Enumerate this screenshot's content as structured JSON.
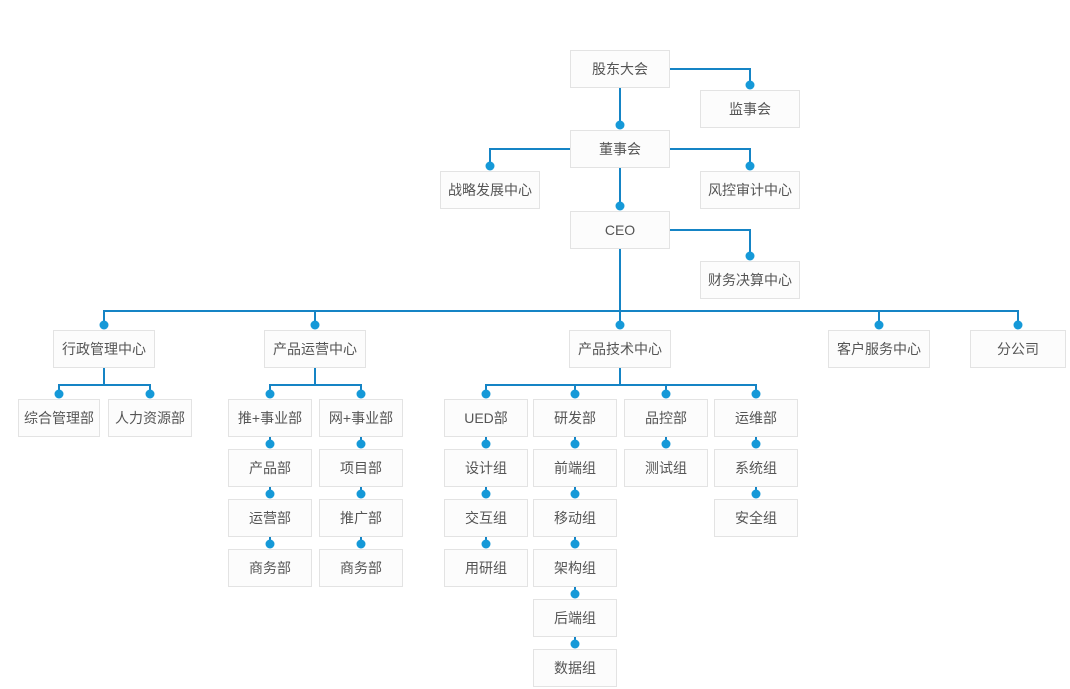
{
  "colors": {
    "page_bg": "#ffffff",
    "line": "#1584c5",
    "dot": "#1599d8",
    "box_bg": "#fcfcfc",
    "box_border": "#e3e3e3",
    "box_text": "#555555"
  },
  "org": {
    "label": "股东大会",
    "children": [
      {
        "label": "监事会"
      },
      {
        "label": "董事会",
        "children": [
          {
            "label": "战略发展中心"
          },
          {
            "label": "风控审计中心"
          },
          {
            "label": "CEO",
            "children": [
              {
                "label": "财务决算中心"
              },
              {
                "label": "行政管理中心",
                "children": [
                  {
                    "label": "综合管理部"
                  },
                  {
                    "label": "人力资源部"
                  }
                ]
              },
              {
                "label": "产品运营中心",
                "children": [
                  {
                    "label": "推+事业部",
                    "stack": [
                      "产品部",
                      "运营部",
                      "商务部"
                    ]
                  },
                  {
                    "label": "网+事业部",
                    "stack": [
                      "项目部",
                      "推广部",
                      "商务部"
                    ]
                  }
                ]
              },
              {
                "label": "产品技术中心",
                "children": [
                  {
                    "label": "UED部",
                    "stack": [
                      "设计组",
                      "交互组",
                      "用研组"
                    ]
                  },
                  {
                    "label": "研发部",
                    "stack": [
                      "前端组",
                      "移动组",
                      "架构组",
                      "后端组",
                      "数据组"
                    ]
                  },
                  {
                    "label": "品控部",
                    "stack": [
                      "测试组"
                    ]
                  },
                  {
                    "label": "运维部",
                    "stack": [
                      "系统组",
                      "安全组"
                    ]
                  }
                ]
              },
              {
                "label": "客户服务中心"
              },
              {
                "label": "分公司"
              }
            ]
          }
        ]
      }
    ]
  }
}
